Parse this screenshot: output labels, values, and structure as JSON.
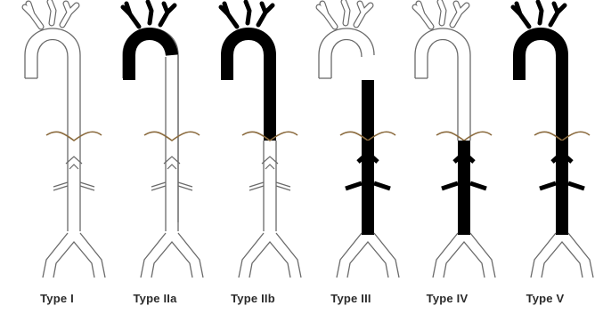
{
  "diagram": {
    "colors": {
      "stroke": "#6a6a6a",
      "filled": "#000000",
      "diaphragm": "#8b6b3e",
      "vessel_fill": "#ffffff"
    },
    "panels": [
      {
        "label": "Type I",
        "arch": "outline",
        "descending": "outline",
        "abdominal": "outline",
        "lower": "outline"
      },
      {
        "label": "Type IIa",
        "arch": "partial",
        "descending": "outline",
        "abdominal": "outline",
        "lower": "outline"
      },
      {
        "label": "Type IIb",
        "arch": "filled",
        "descending": "filled",
        "abdominal": "outline",
        "lower": "outline"
      },
      {
        "label": "Type III",
        "arch": "outline",
        "descending": "filled",
        "abdominal": "filled",
        "lower": "filled"
      },
      {
        "label": "Type IV",
        "arch": "outline",
        "descending": "outline",
        "abdominal": "filled",
        "lower": "filled"
      },
      {
        "label": "Type V",
        "arch": "filled",
        "descending": "filled",
        "abdominal": "filled",
        "lower": "filled"
      }
    ]
  }
}
